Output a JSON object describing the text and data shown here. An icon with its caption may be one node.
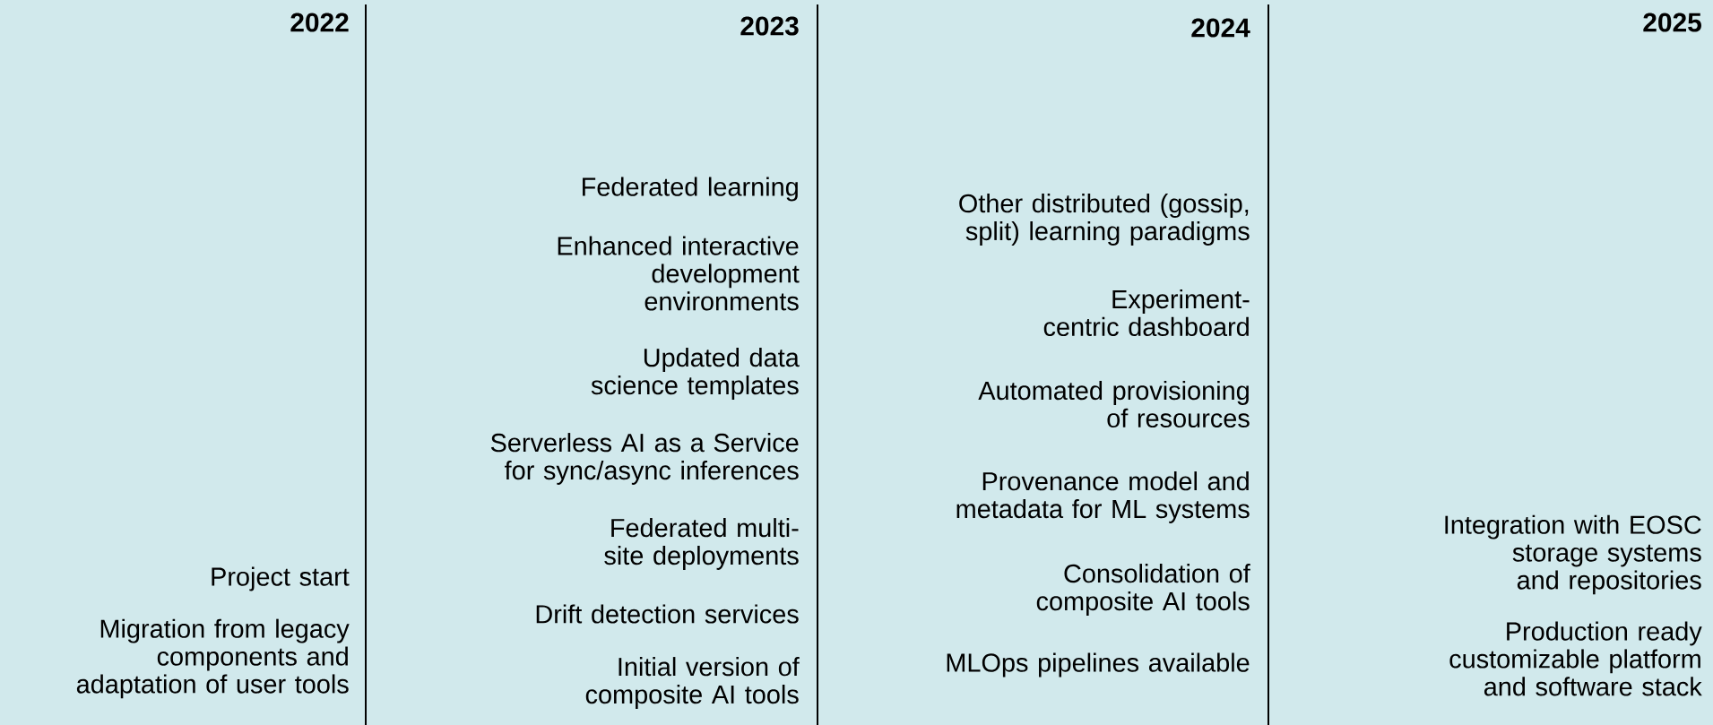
{
  "diagram": {
    "labels": [
      "2022",
      "Project start",
      "Migration from legacy components and adaptation of user tools",
      "2023",
      "Federated learning",
      "Enhanced interactive development environments",
      "Updated data science templates",
      "Serverless AI as a Service for sync/async inferences",
      "Federated multi-site deployments",
      "Drift detection services",
      "Initial version of composite AI tools",
      "2024",
      "Other distributed (gossip, split) learning paradigms",
      "Experiment-centric dashboard",
      "Automated provisioning of resources",
      "Provenance model and metadata for ML systems",
      "Consolidation of composite AI tools",
      "MLOps pipelines available",
      "2025",
      "Integration with EOSC storage systems and repositories",
      "Production ready customizable platform and software stack"
    ]
  }
}
